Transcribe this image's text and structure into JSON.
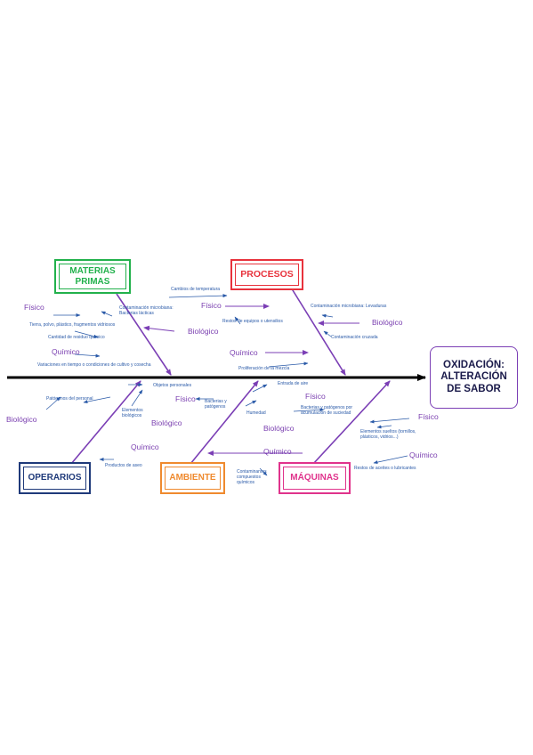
{
  "effect": {
    "label": "OXIDACIÓN:\nALTERACIÓN\nDE SABOR"
  },
  "categories": {
    "materias_primas": {
      "label": "MATERIAS\nPRIMAS",
      "color": "#22b14c"
    },
    "procesos": {
      "label": "PROCESOS",
      "color": "#e8323c"
    },
    "operarios": {
      "label": "OPERARIOS",
      "color": "#1f3a7a"
    },
    "ambiente": {
      "label": "AMBIENTE",
      "color": "#ef8a2e"
    },
    "maquinas": {
      "label": "MÁQUINAS",
      "color": "#e0338c"
    }
  },
  "colors": {
    "spine": "#000000",
    "bone": "#7b3fb5",
    "cause_text": "#2a5aa8",
    "sub_label": "#7a3fb0",
    "effect_border": "#7b3fb5"
  },
  "labels": {
    "mp_fisico": "Físico",
    "mp_biologico": "Biológico",
    "mp_quimico": "Químico",
    "mp_c1": "Contaminación microbiana:\nBacterias lácticas",
    "mp_c2": "Tierra, polvo, plástico, fragmentos vidriosos",
    "mp_c3": "Cantidad de residuo químico",
    "mp_c4": "Variaciones en tiempo o condiciones de cultivo y cosecha",
    "pr_fisico": "Físico",
    "pr_biologico": "Biológico",
    "pr_quimico": "Químico",
    "pr_c1": "Cambios de temperatura",
    "pr_c2": "Restos de equipos o utensilios",
    "pr_c3": "Contaminación microbiana: Levaduras",
    "pr_c4": "Contaminación cruzada",
    "pr_c5": "Proliferación de la mezcla",
    "op_fisico": "Físico",
    "op_biologico": "Biológico",
    "op_quimico": "Químico",
    "op_c1": "Objetos personales",
    "op_c2": "Patógenos del personal",
    "op_c3": "Elementos\nbiológicos",
    "op_c4": "Productos de aseo",
    "am_biologico": "Biológico",
    "am_quimico": "Químico",
    "am_c1": "Bacterias y\npatógenos",
    "am_c2": "Humedad",
    "am_c3": "Entrada de aire",
    "am_c4": "Contaminantes\ncompuestos\nquímicos",
    "ma_fisico": "Físico",
    "ma_quimico": "Químico",
    "ma_c1": "Bacterias y patógenos por\nacumulación de suciedad",
    "ma_c2": "Elementos sueltos (tornillos,\nplásticos, vidrios...)",
    "ma_c3": "Restos de aceites o lubricantes"
  }
}
